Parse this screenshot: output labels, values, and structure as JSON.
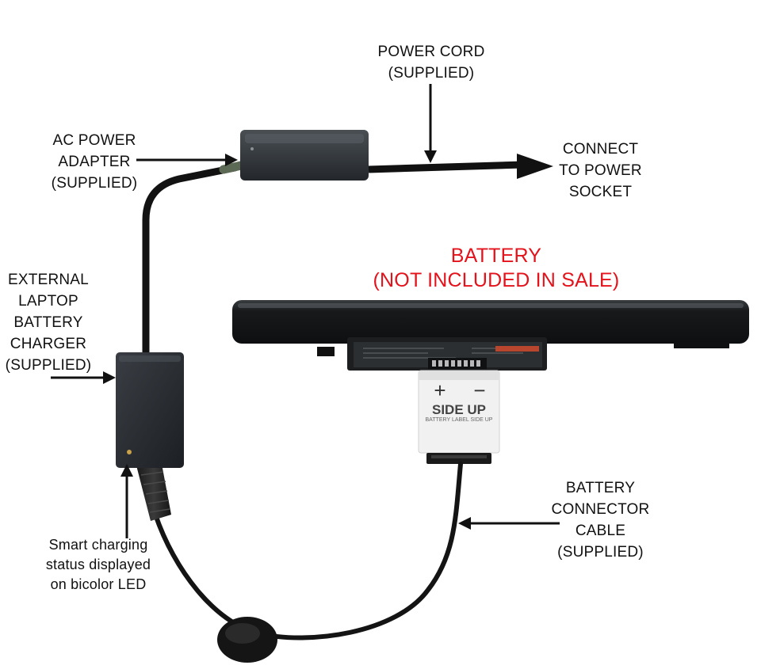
{
  "labels": {
    "power_cord": [
      "POWER CORD",
      "(SUPPLIED)"
    ],
    "ac_adapter": [
      "AC POWER",
      "ADAPTER",
      "(SUPPLIED)"
    ],
    "connect_socket": [
      "CONNECT",
      "TO POWER",
      "SOCKET"
    ],
    "battery_title": [
      "BATTERY",
      "(NOT INCLUDED IN SALE)"
    ],
    "external_charger": [
      "EXTERNAL",
      "LAPTOP",
      "BATTERY",
      "CHARGER",
      "(SUPPLIED)"
    ],
    "connector_cable": [
      "BATTERY",
      "CONNECTOR",
      "CABLE",
      "(SUPPLIED)"
    ],
    "smart_led": [
      "Smart charging",
      "status displayed",
      "on bicolor LED"
    ]
  },
  "connector_tag": {
    "plus": "+",
    "minus": "−",
    "side_up": "SIDE UP",
    "sub": "BATTERY LABEL SIDE UP"
  },
  "colors": {
    "label_text": "#111111",
    "battery_title": "#e3121b",
    "device_body": "#2a2d31",
    "cable": "#111111"
  },
  "icons": [
    "arrow-right-icon",
    "arrow-down-icon",
    "arrow-left-icon",
    "arrow-up-icon",
    "led-icon"
  ]
}
